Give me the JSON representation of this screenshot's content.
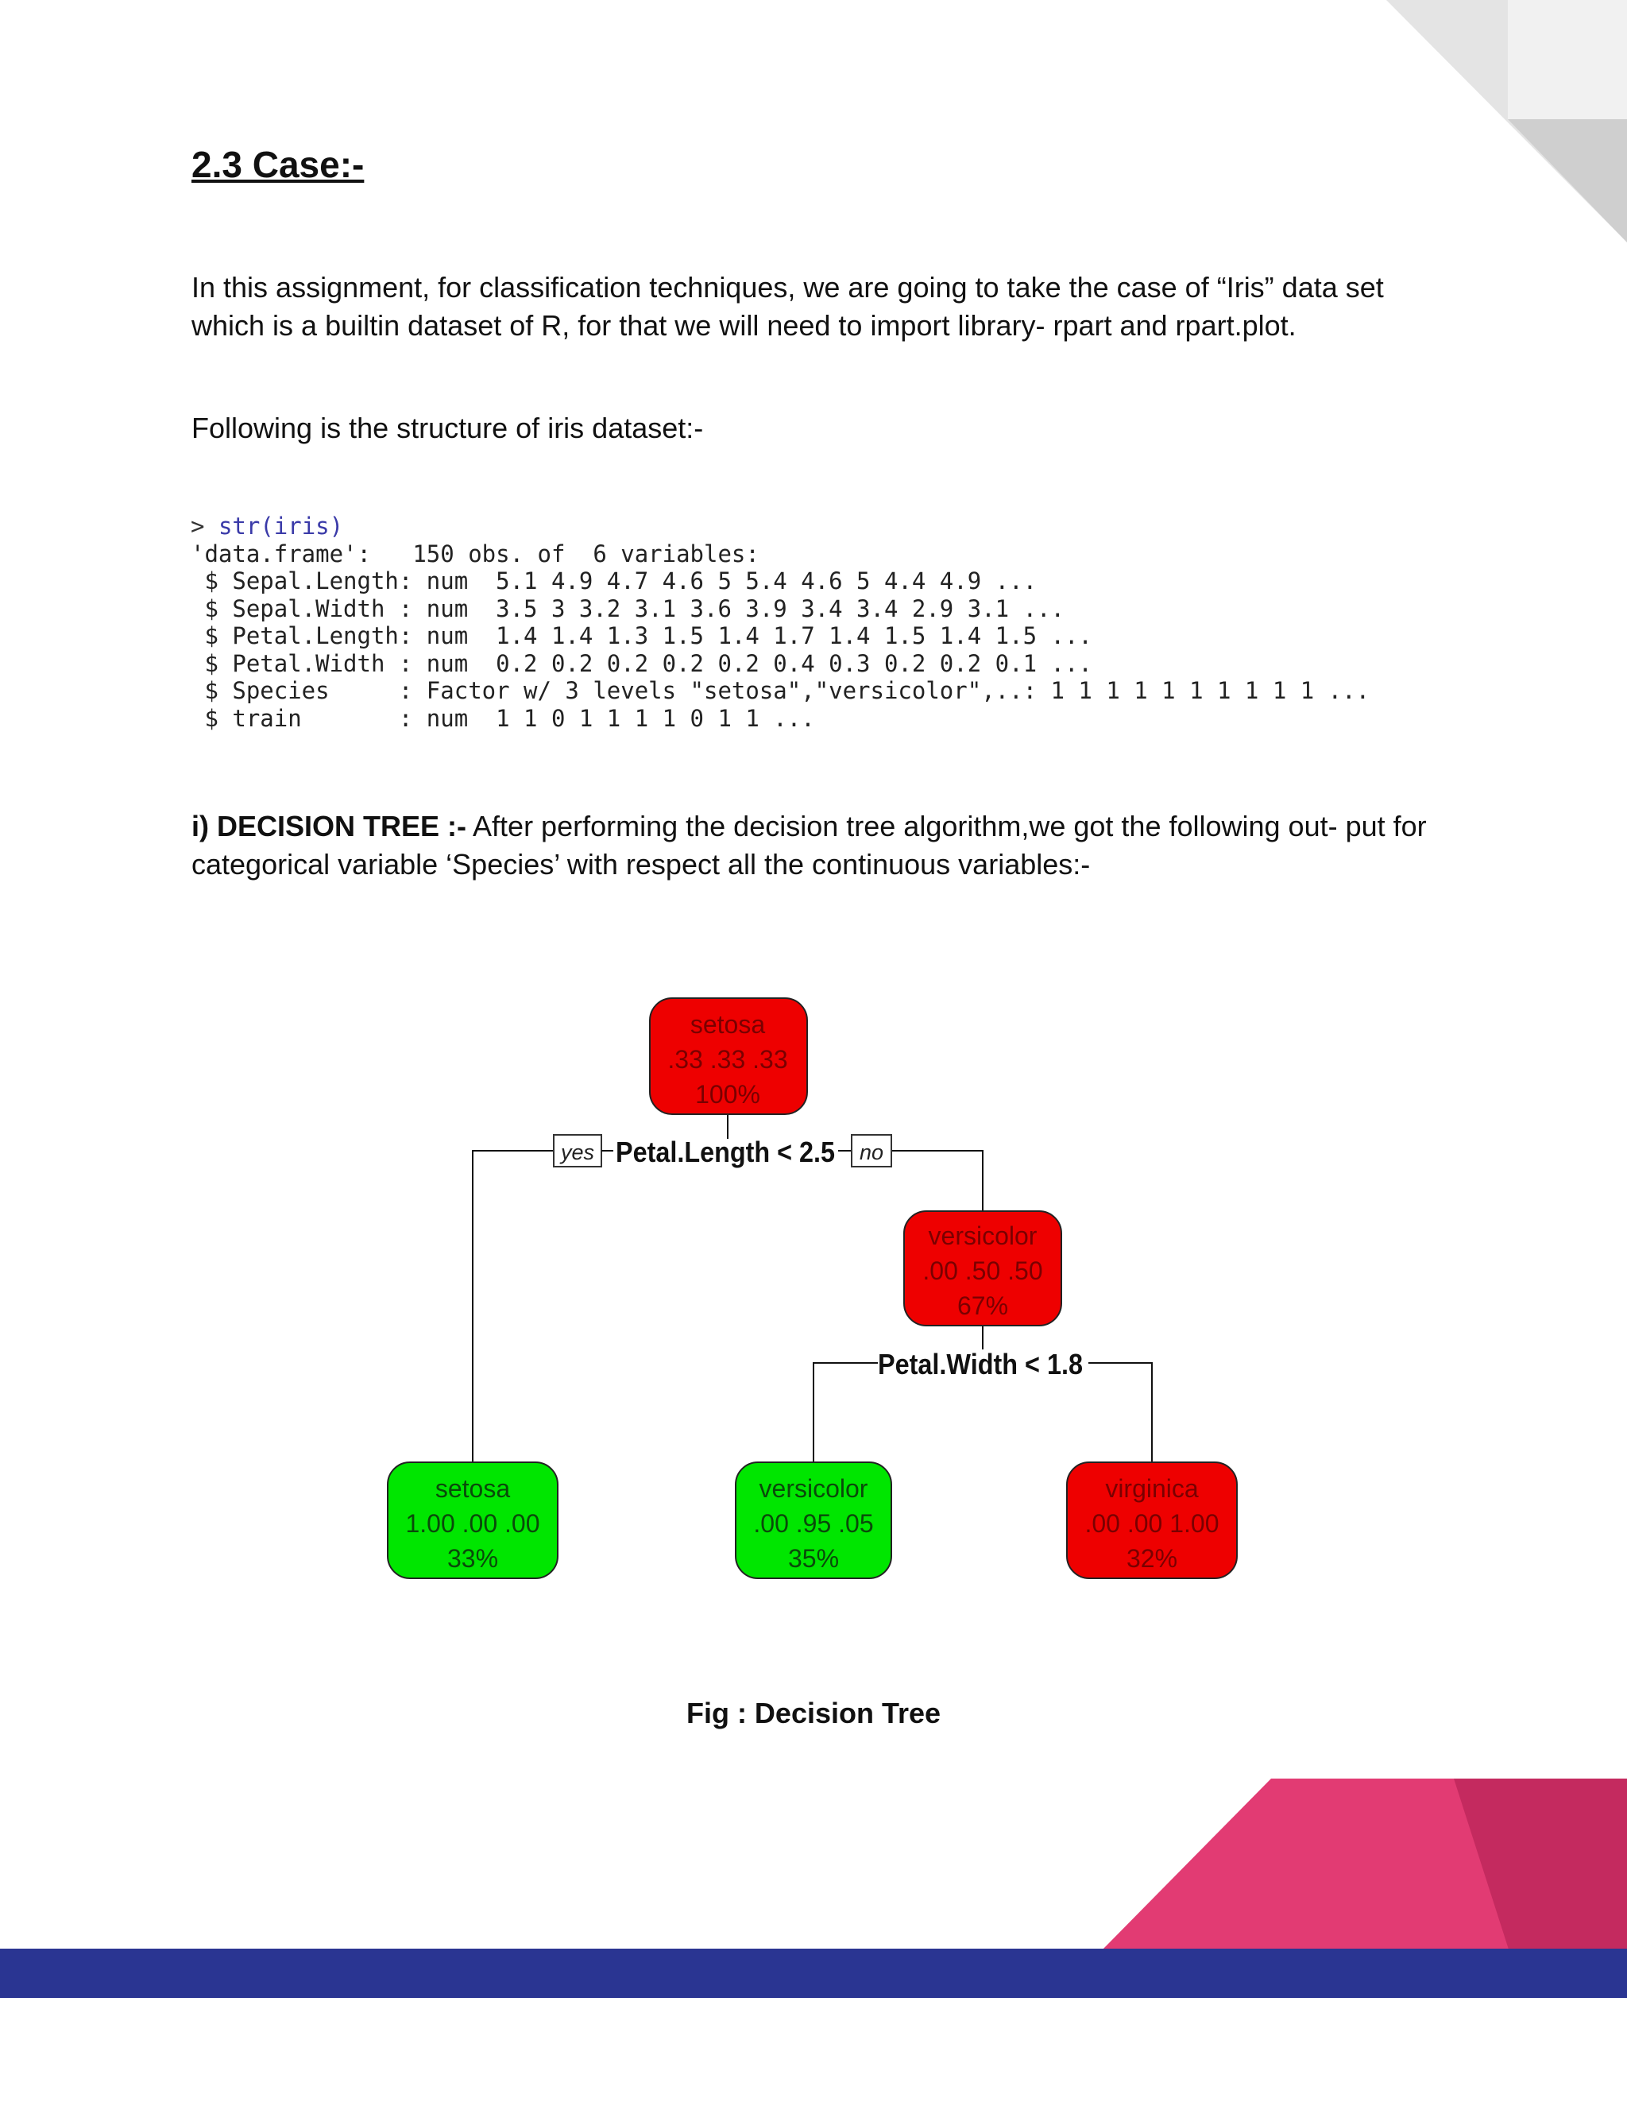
{
  "heading": "2.3 Case:-",
  "para1": "In this assignment, for classification techniques, we are going to take the case of “Iris” data set which is a builtin dataset of R, for that we will need to import library- rpart and rpart.plot.",
  "para2": "Following is the structure of iris dataset:-",
  "console": {
    "prompt": ">",
    "command": "str(iris)",
    "lines": [
      "'data.frame':   150 obs. of  6 variables:",
      " $ Sepal.Length: num  5.1 4.9 4.7 4.6 5 5.4 4.6 5 4.4 4.9 ...",
      " $ Sepal.Width : num  3.5 3 3.2 3.1 3.6 3.9 3.4 3.4 2.9 3.1 ...",
      " $ Petal.Length: num  1.4 1.4 1.3 1.5 1.4 1.7 1.4 1.5 1.4 1.5 ...",
      " $ Petal.Width : num  0.2 0.2 0.2 0.2 0.2 0.4 0.3 0.2 0.2 0.1 ...",
      " $ Species     : Factor w/ 3 levels \"setosa\",\"versicolor\",..: 1 1 1 1 1 1 1 1 1 1 ...",
      " $ train       : num  1 1 0 1 1 1 1 0 1 1 ..."
    ]
  },
  "para3": {
    "lead": "i) DECISION TREE :-",
    "text": " After performing  the decision tree algorithm,we got the following out- put for categorical variable ‘Species’ with respect all the continuous  variables:-"
  },
  "tree": {
    "colors": {
      "red": "#ee0000",
      "green": "#00e600"
    },
    "nodes": [
      {
        "id": "root",
        "label": "setosa",
        "probs": ".33 .33 .33",
        "pct": "100%",
        "color": "red"
      },
      {
        "id": "right",
        "label": "versicolor",
        "probs": ".00 .50 .50",
        "pct": "67%",
        "color": "red"
      },
      {
        "id": "leaf-setosa",
        "label": "setosa",
        "probs": "1.00 .00 .00",
        "pct": "33%",
        "color": "green"
      },
      {
        "id": "leaf-versicolor",
        "label": "versicolor",
        "probs": ".00 .95 .05",
        "pct": "35%",
        "color": "green"
      },
      {
        "id": "leaf-virginica",
        "label": "virginica",
        "probs": ".00 .00 1.00",
        "pct": "32%",
        "color": "red"
      }
    ],
    "splits": {
      "split1": "Petal.Length < 2.5",
      "split2": "Petal.Width < 1.8",
      "yes": "yes",
      "no": "no"
    }
  },
  "caption": "Fig : Decision Tree"
}
